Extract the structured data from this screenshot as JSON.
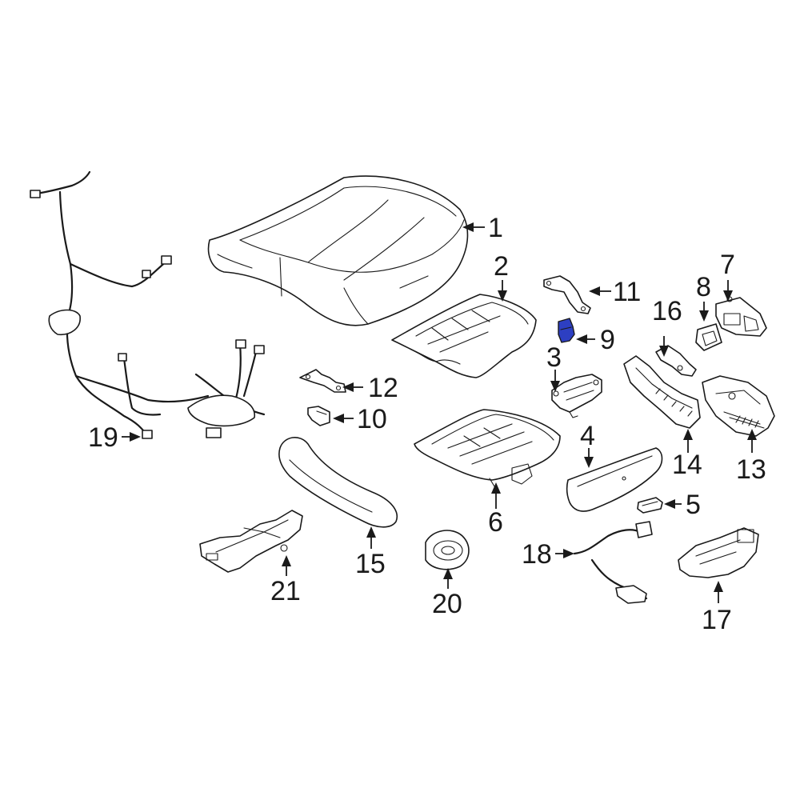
{
  "colors": {
    "highlight": "#2d3fc2",
    "line": "#1a1a1a",
    "background": "#ffffff"
  },
  "callouts": {
    "c1": "1",
    "c2": "2",
    "c3": "3",
    "c4": "4",
    "c5": "5",
    "c6": "6",
    "c7": "7",
    "c8": "8",
    "c9": "9",
    "c10": "10",
    "c11": "11",
    "c12": "12",
    "c13": "13",
    "c14": "14",
    "c15": "15",
    "c16": "16",
    "c17": "17",
    "c18": "18",
    "c19": "19",
    "c20": "20",
    "c21": "21"
  },
  "highlighted_part": "9"
}
